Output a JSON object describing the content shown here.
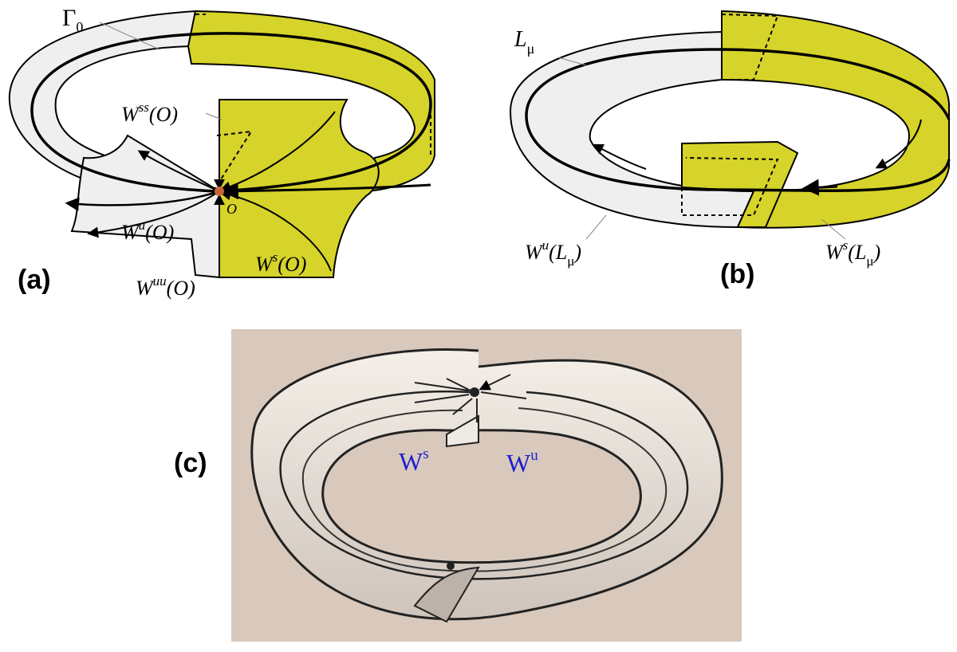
{
  "panel_a": {
    "label": "(a)",
    "gamma": {
      "main": "Γ",
      "sub": "0"
    },
    "wss": {
      "main": "W",
      "sup": "ss",
      "arg": "(O)"
    },
    "wu": {
      "main": "W",
      "sup": "u",
      "arg": "(O)"
    },
    "wuu": {
      "main": "W",
      "sup": "uu",
      "arg": "(O)"
    },
    "ws": {
      "main": "W",
      "sup": "s",
      "arg": "(O)"
    },
    "point": "O"
  },
  "panel_b": {
    "label": "(b)",
    "l": {
      "main": "L",
      "sub": "μ"
    },
    "wu": {
      "main": "W",
      "sup": "u",
      "open": "(L",
      "sub": "μ",
      "close": ")"
    },
    "ws": {
      "main": "W",
      "sup": "s",
      "open": "(L",
      "sub": "μ",
      "close": ")"
    }
  },
  "panel_c": {
    "label": "(c)",
    "ws": {
      "main": "W",
      "sup": "s"
    },
    "wu": {
      "main": "W",
      "sup": "u"
    }
  },
  "colors": {
    "yellow": "#d6d32a",
    "gray": "#efefef",
    "sketch_bg": "#d8c9bc",
    "label_blue": "#1f1fd0"
  }
}
